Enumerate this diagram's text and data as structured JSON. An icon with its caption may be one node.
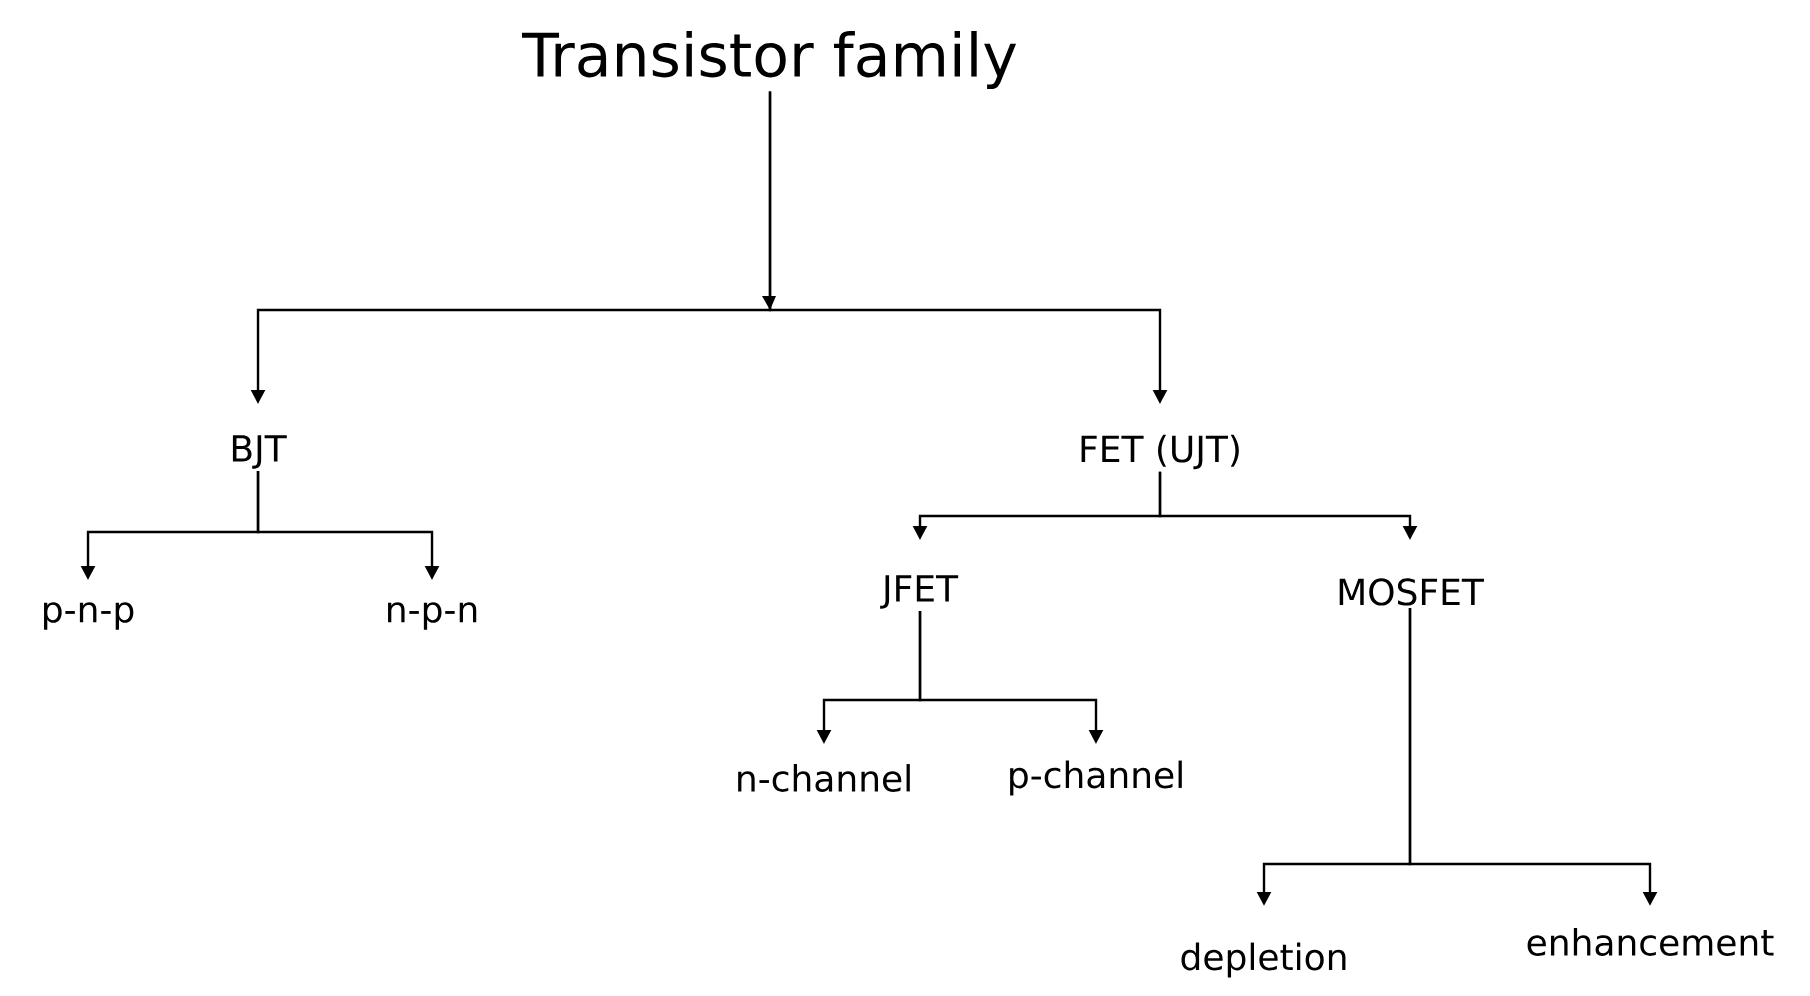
{
  "diagram": {
    "nodes": [
      {
        "text": [
          "Transistor family"
        ]
      },
      {
        "text": [
          "BJT"
        ]
      },
      {
        "text": [
          "FET (UJT)"
        ]
      },
      {
        "text": [
          "p-n-p"
        ]
      },
      {
        "text": [
          "n-p-n"
        ]
      },
      {
        "text": [
          "JFET"
        ]
      },
      {
        "text": [
          "MOSFET"
        ]
      },
      {
        "text": [
          "n-channel"
        ]
      },
      {
        "text": [
          "p-channel"
        ]
      },
      {
        "text": [
          "depletion"
        ]
      },
      {
        "text": [
          "enhancement"
        ]
      }
    ],
    "edges": [
      {
        "from": 0,
        "to": 1,
        "arrow": "to"
      },
      {
        "from": 0,
        "to": 2,
        "arrow": "to"
      },
      {
        "from": 1,
        "to": 3,
        "arrow": "to"
      },
      {
        "from": 1,
        "to": 4,
        "arrow": "to"
      },
      {
        "from": 2,
        "to": 5,
        "arrow": "to"
      },
      {
        "from": 2,
        "to": 6,
        "arrow": "to"
      },
      {
        "from": 5,
        "to": 7,
        "arrow": "to"
      },
      {
        "from": 5,
        "to": 8,
        "arrow": "to"
      },
      {
        "from": 6,
        "to": 9,
        "arrow": "to"
      },
      {
        "from": 6,
        "to": 10,
        "arrow": "to"
      }
    ]
  }
}
